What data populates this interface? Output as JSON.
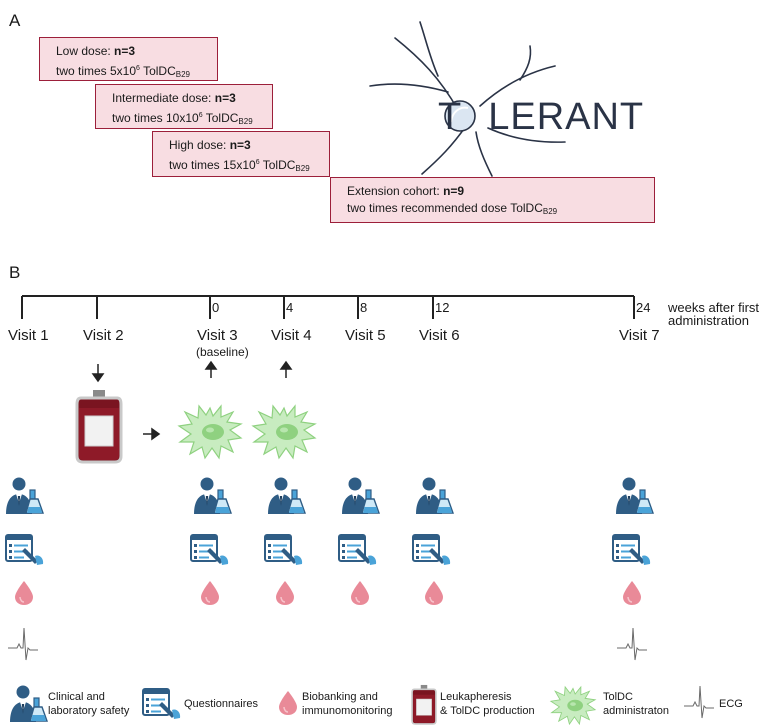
{
  "panel_a": {
    "label": "A",
    "doses": [
      {
        "name": "Low dose:",
        "n": "n=3",
        "line2_prefix": "two times 5x10",
        "exp": "6",
        "drug": " TolDC",
        "sub": "B29"
      },
      {
        "name": "Intermediate dose:",
        "n": "n=3",
        "line2_prefix": "two times 10x10",
        "exp": "6",
        "drug": " TolDC",
        "sub": "B29"
      },
      {
        "name": "High dose:",
        "n": "n=3",
        "line2_prefix": "two times 15x10",
        "exp": "6",
        "drug": " TolDC",
        "sub": "B29"
      },
      {
        "name": "Extension cohort:",
        "n": "n=9",
        "line2_prefix": "two times recommended dose TolDC",
        "exp": "",
        "drug": "",
        "sub": "B29"
      }
    ],
    "logo_text": "TOLERANT"
  },
  "panel_b": {
    "label": "B",
    "weeks": [
      "0",
      "4",
      "8",
      "12",
      "24"
    ],
    "weeks_caption_1": "weeks after first",
    "weeks_caption_2": "administration",
    "visits": [
      "Visit 1",
      "Visit 2",
      "Visit 3",
      "Visit 4",
      "Visit 5",
      "Visit 6",
      "Visit 7"
    ],
    "baseline_note": "(baseline)"
  },
  "legend": {
    "clinical": "Clinical and\nlaboratory safety",
    "questionnaires": "Questionnaires",
    "biobanking": "Biobanking and\nimmunomonitoring",
    "leukapheresis": "Leukapheresis\n& TolDC production",
    "toldc": "TolDC\nadministraton",
    "ecg": "ECG"
  },
  "colors": {
    "box_fill": "#f8dde2",
    "box_border": "#9c1f3a",
    "doctor_blue": "#2f5d85",
    "flask_blue": "#4aa3d8",
    "drop_pink": "#e98a98",
    "cell_green": "#c8ecc0",
    "blood_red": "#7a1420"
  }
}
